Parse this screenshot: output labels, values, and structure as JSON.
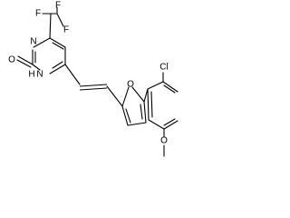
{
  "molecule": {
    "atoms": {
      "F_top": "F",
      "F_left": "F",
      "F_right": "F",
      "N_ring": "N",
      "O_carbonyl": "O",
      "NH_left": "N",
      "NH_H": "H",
      "O_furan": "O",
      "Cl": "Cl",
      "O_methoxy": "O"
    }
  }
}
